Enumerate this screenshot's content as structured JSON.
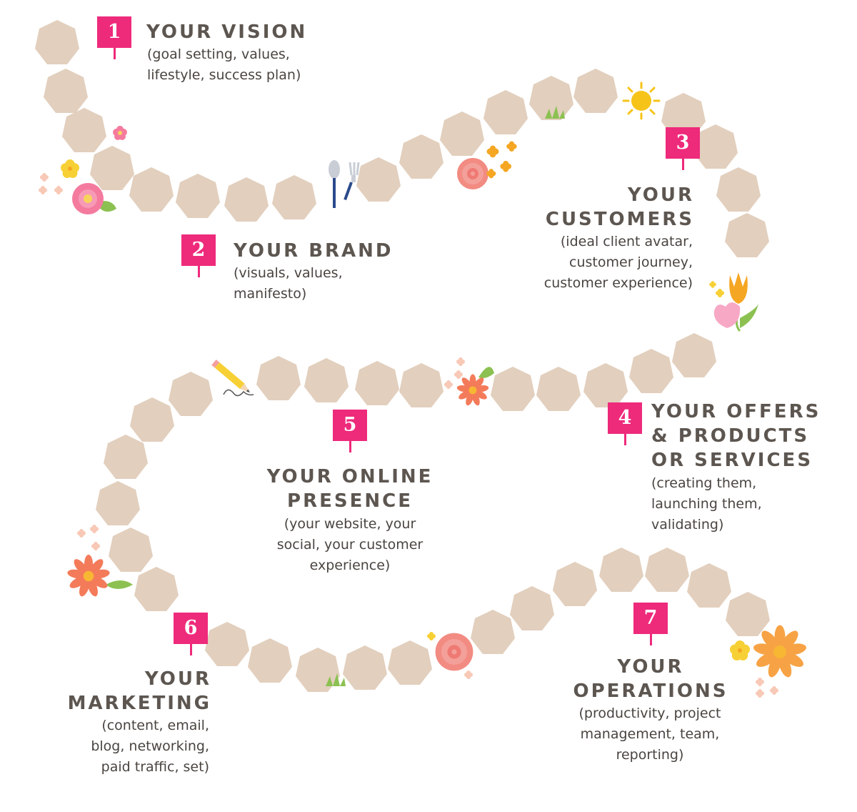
{
  "colors": {
    "stone": "#e2cfbd",
    "marker": "#ee2a7b",
    "title": "#5d5650",
    "desc": "#4a4440"
  },
  "steps": [
    {
      "number": "1",
      "title_lines": [
        "YOUR VISION"
      ],
      "desc_lines": [
        "(goal setting, values,",
        "lifestyle, success plan)"
      ]
    },
    {
      "number": "2",
      "title_lines": [
        "YOUR BRAND"
      ],
      "desc_lines": [
        "(visuals, values,",
        "manifesto)"
      ]
    },
    {
      "number": "3",
      "title_lines": [
        "YOUR",
        "CUSTOMERS"
      ],
      "desc_lines": [
        "(ideal client avatar,",
        "customer journey,",
        "customer experience)"
      ]
    },
    {
      "number": "4",
      "title_lines": [
        "YOUR OFFERS",
        "& PRODUCTS",
        "OR SERVICES"
      ],
      "desc_lines": [
        "(creating them,",
        "launching them,",
        "validating)"
      ]
    },
    {
      "number": "5",
      "title_lines": [
        "YOUR ONLINE",
        "PRESENCE"
      ],
      "desc_lines": [
        "(your website, your",
        "social, your customer",
        "experience)"
      ]
    },
    {
      "number": "6",
      "title_lines": [
        "YOUR",
        "MARKETING"
      ],
      "desc_lines": [
        "(content, email,",
        "blog, networking,",
        "paid traffic, set)"
      ]
    },
    {
      "number": "7",
      "title_lines": [
        "YOUR",
        "OPERATIONS"
      ],
      "desc_lines": [
        "(productivity, project",
        "management, team,",
        "reporting)"
      ]
    }
  ],
  "decorations": [
    "flower-icon",
    "pink-blossom-icon",
    "yellow-flower-icon",
    "rose-icon",
    "sun-icon",
    "grass-icon",
    "garden-tools-icon",
    "tulip-icon",
    "pencil-icon",
    "daisy-icon",
    "sunflower-icon"
  ]
}
